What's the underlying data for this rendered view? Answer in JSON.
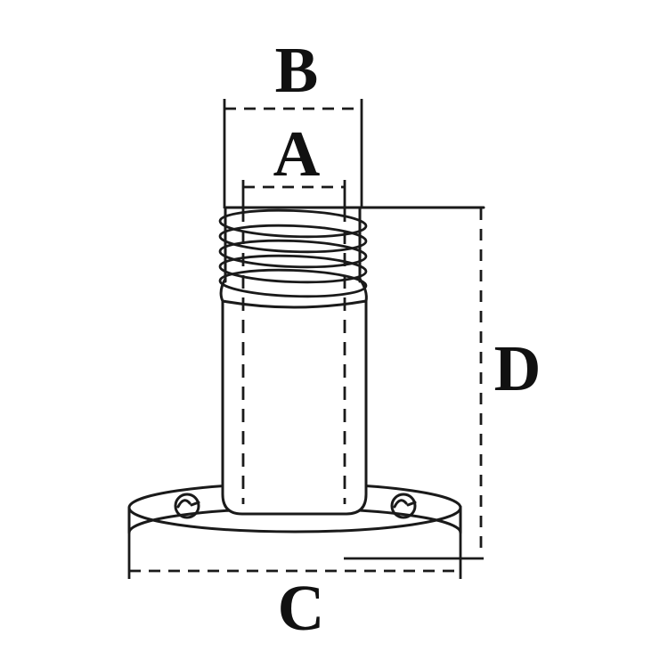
{
  "diagram": {
    "type": "technical-line-drawing",
    "subject": "threaded stem fitting with oval mounting flange, dimensioned",
    "background_color": "#ffffff",
    "line_color": "#1a1a1a",
    "labels": {
      "A": "A",
      "B": "B",
      "C": "C",
      "D": "D"
    }
  }
}
